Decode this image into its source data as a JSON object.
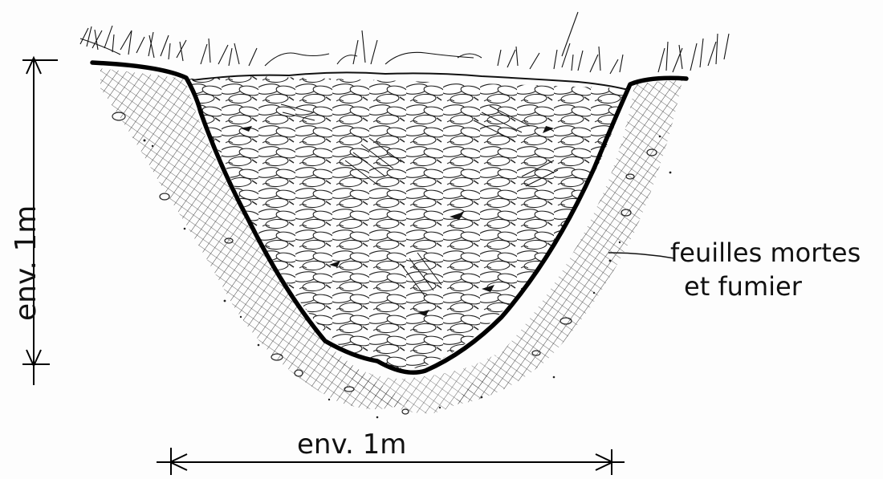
{
  "labels": {
    "height": "env. 1m",
    "width": "env. 1m",
    "fill_line1": "feuilles mortes",
    "fill_line2": "et fumier"
  },
  "colors": {
    "ink": "#111111",
    "paper": "#fdfdfd"
  }
}
